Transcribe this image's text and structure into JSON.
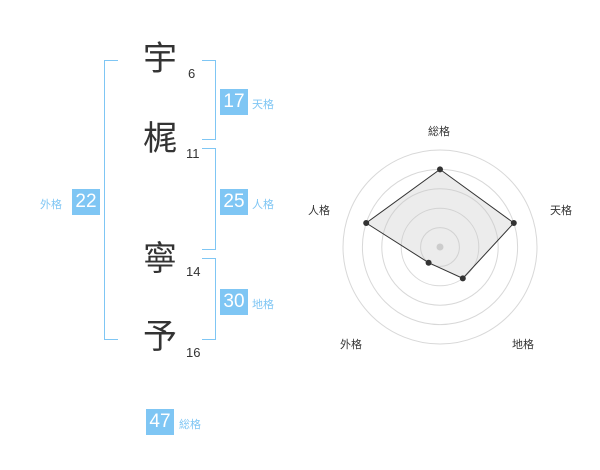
{
  "name_chars": [
    {
      "char": "宇",
      "strokes": "6"
    },
    {
      "char": "梶",
      "strokes": "11"
    },
    {
      "char": "寧",
      "strokes": "14"
    },
    {
      "char": "予",
      "strokes": "16"
    }
  ],
  "fortunes": {
    "tenkaku": {
      "value": "17",
      "label": "天格"
    },
    "jinkaku": {
      "value": "25",
      "label": "人格"
    },
    "chikaku": {
      "value": "30",
      "label": "地格"
    },
    "gaikaku": {
      "value": "22",
      "label": "外格"
    },
    "soukaku": {
      "value": "47",
      "label": "総格"
    }
  },
  "accent_color": "#7fc6f4",
  "chart_data": {
    "type": "radar",
    "axes": [
      "総格",
      "天格",
      "地格",
      "外格",
      "人格"
    ],
    "values": [
      4,
      4,
      2,
      1,
      4
    ],
    "max": 5,
    "rings": 5
  }
}
